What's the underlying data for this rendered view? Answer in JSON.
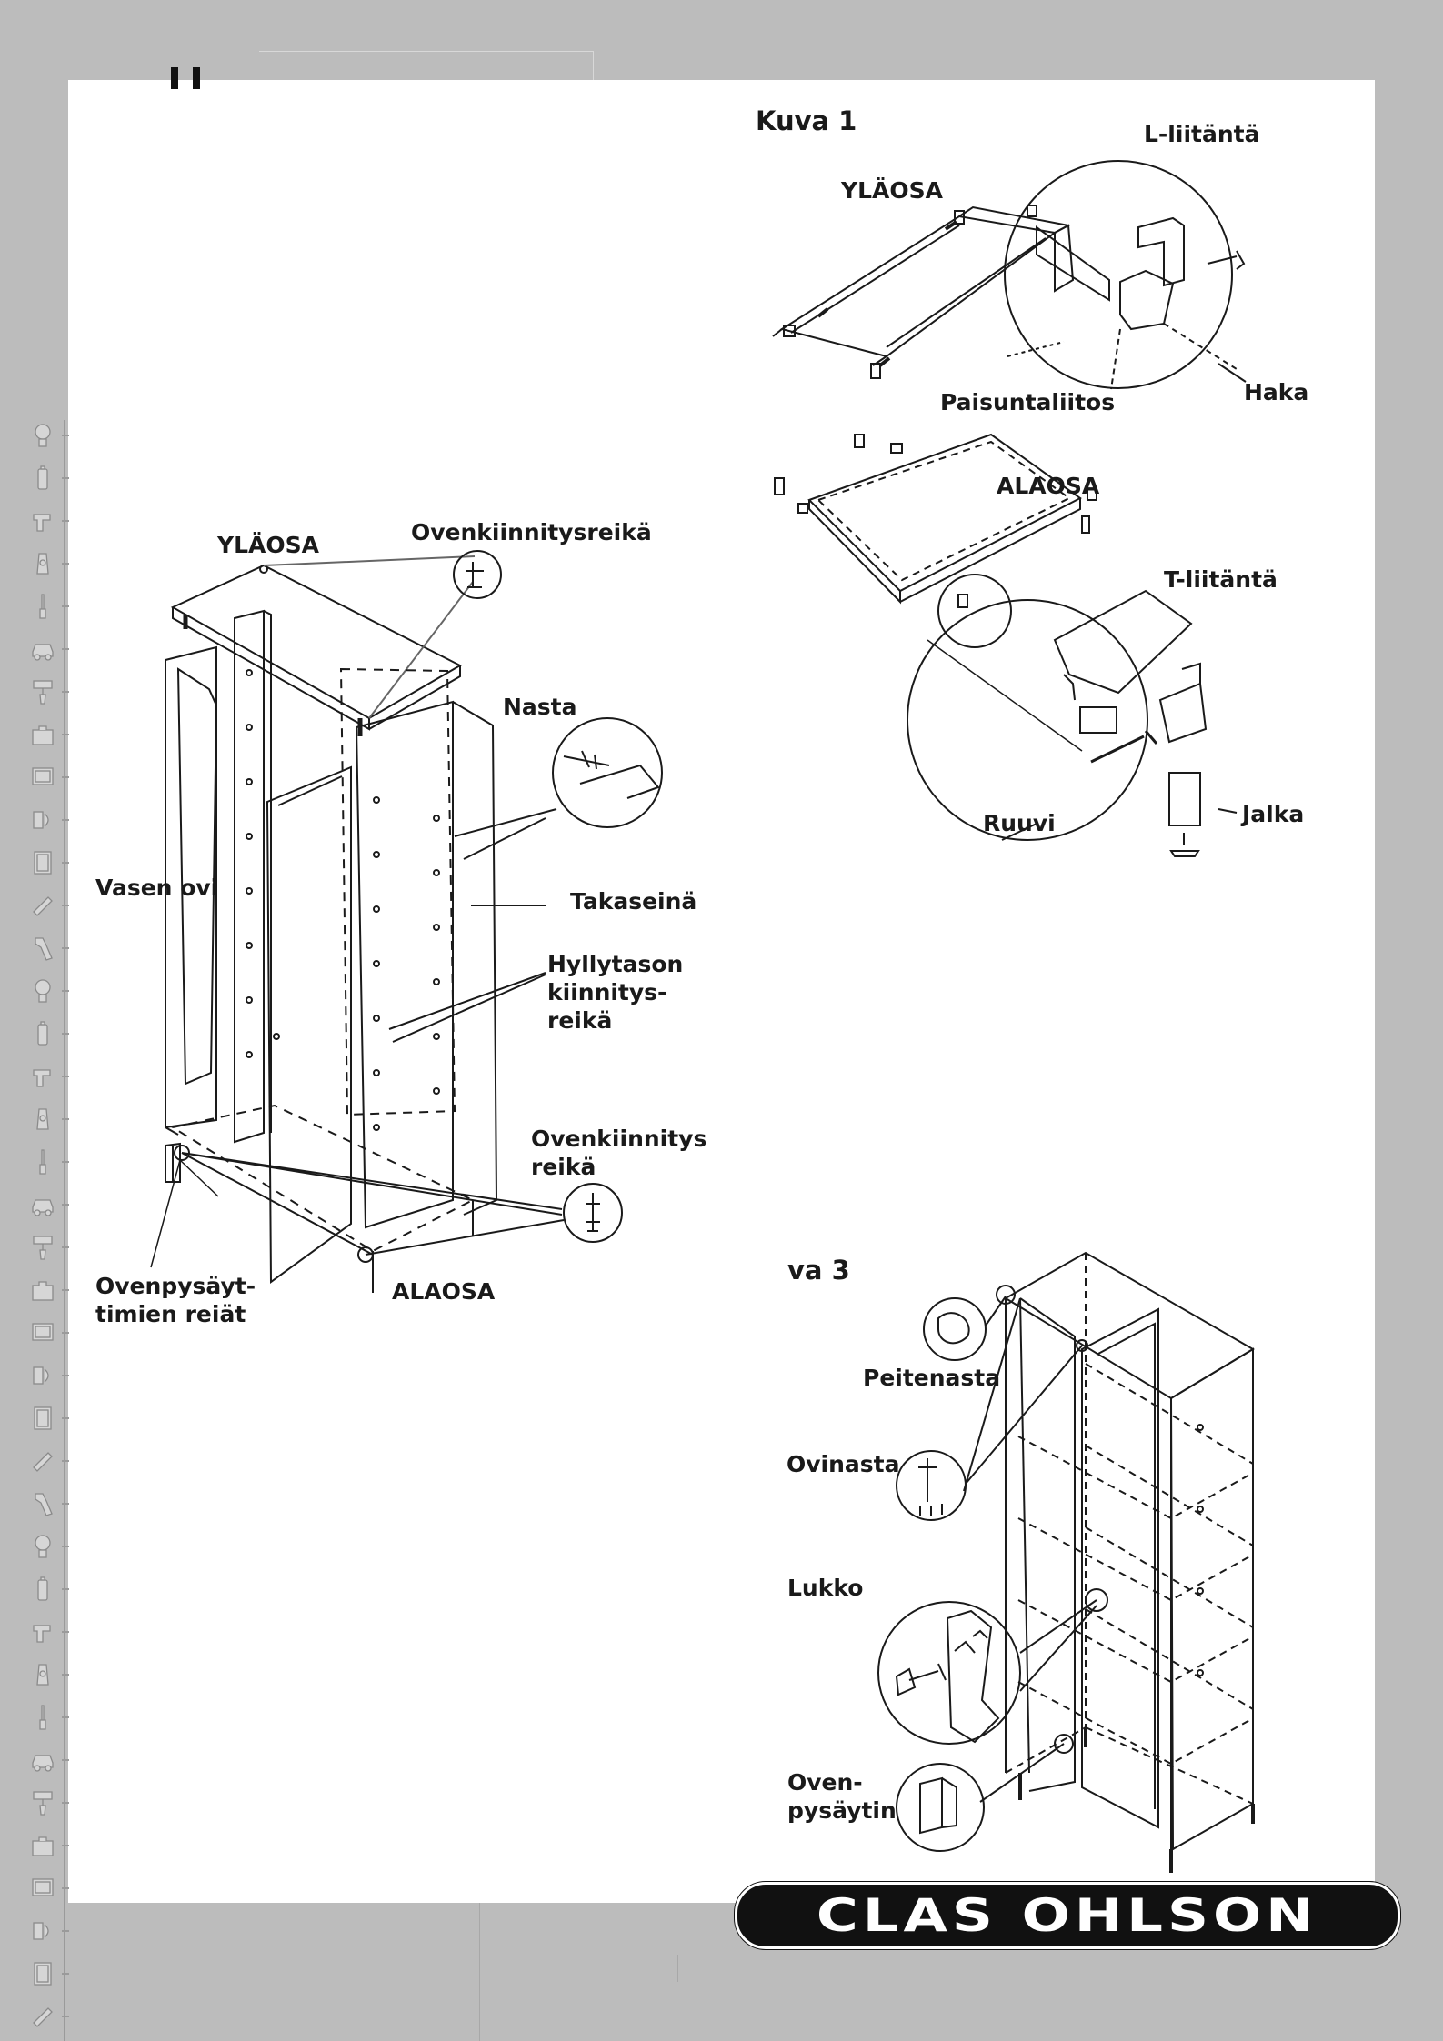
{
  "brand": {
    "logo_text": "CLAS OHLSON"
  },
  "rail": {
    "icons": [
      "bulb-icon",
      "battery-icon",
      "drill-icon",
      "glue-icon",
      "screwdriver-icon",
      "car-icon",
      "paintroller-icon",
      "toolbox-icon",
      "tv-icon",
      "speaker-icon",
      "door-icon",
      "tape-icon",
      "flashlight-icon",
      "bulb-icon",
      "battery-icon",
      "drill-icon",
      "glue-icon",
      "screwdriver-icon",
      "car-icon",
      "paintroller-icon",
      "toolbox-icon",
      "tv-icon",
      "speaker-icon",
      "door-icon",
      "tape-icon",
      "flashlight-icon",
      "bulb-icon",
      "battery-icon",
      "drill-icon",
      "glue-icon",
      "screwdriver-icon",
      "car-icon",
      "paintroller-icon",
      "toolbox-icon",
      "tv-icon",
      "speaker-icon",
      "door-icon",
      "tape-icon"
    ]
  },
  "figure1": {
    "title": "Kuva 1",
    "top_label": "YLÄOSA",
    "l_joint": "L-liitäntä",
    "hook": "Haka",
    "expansion_joint": "Paisuntaliitos",
    "bottom_label": "ALAOSA",
    "t_joint": "T-liitäntä",
    "screw": "Ruuvi",
    "foot": "Jalka"
  },
  "figure2": {
    "top_label": "YLÄOSA",
    "door_hole_top": "Ovenkiinnitysreikä",
    "pin": "Nasta",
    "left_door": "Vasen ovi",
    "back_wall": "Takaseinä",
    "shelf_hole": "Hyllytason\nkiinnitys-\nreikä",
    "door_hole_bottom": "Ovenkiinnitys\nreikä",
    "door_stop_holes": "Ovenpysäyt-\ntimien reiät",
    "bottom_label": "ALAOSA"
  },
  "figure3": {
    "title": "va 3",
    "cover_pin": "Peitenasta",
    "door_pin": "Ovinasta",
    "lock": "Lukko",
    "door_stop": "Oven-\npysäytin"
  }
}
